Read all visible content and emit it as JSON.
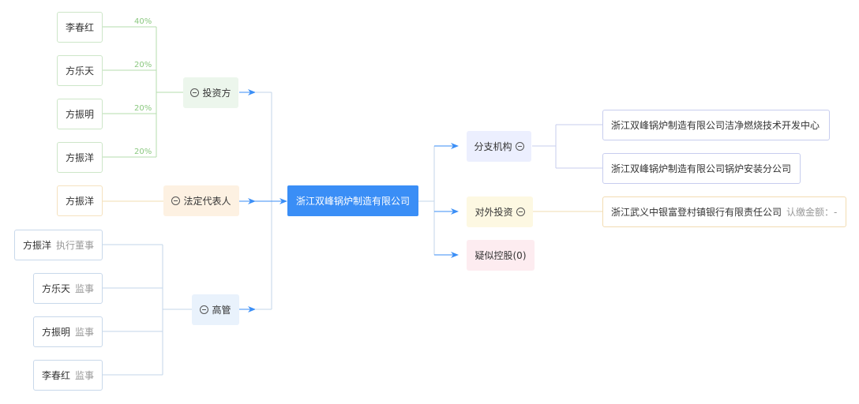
{
  "company": "浙江双峰锅炉制造有限公司",
  "investors": {
    "label": "投资方",
    "items": [
      {
        "name": "李春红",
        "pct": "40%"
      },
      {
        "name": "方乐天",
        "pct": "20%"
      },
      {
        "name": "方振明",
        "pct": "20%"
      },
      {
        "name": "方振洋",
        "pct": "20%"
      }
    ]
  },
  "legal_rep": {
    "label": "法定代表人",
    "name": "方振洋"
  },
  "executives": {
    "label": "高管",
    "items": [
      {
        "name": "方振洋",
        "role": "执行董事"
      },
      {
        "name": "方乐天",
        "role": "监事"
      },
      {
        "name": "方振明",
        "role": "监事"
      },
      {
        "name": "李春红",
        "role": "监事"
      }
    ]
  },
  "branches": {
    "label": "分支机构",
    "items": [
      "浙江双峰锅炉制造有限公司洁净燃烧技术开发中心",
      "浙江双峰锅炉制造有限公司锅炉安装分公司"
    ]
  },
  "outbound_investment": {
    "label": "对外投资",
    "items": [
      {
        "name": "浙江武义中银富登村镇银行有限责任公司",
        "note": "认缴金额：-"
      }
    ]
  },
  "suspected_holding": {
    "label": "疑似控股(0)"
  },
  "colors": {
    "center": "#3a8ef6",
    "arrow": "#3a8ef6",
    "investor_line": "#b5dcae",
    "legal_line": "#f2dcb2",
    "exec_line": "#c3d5ea"
  }
}
